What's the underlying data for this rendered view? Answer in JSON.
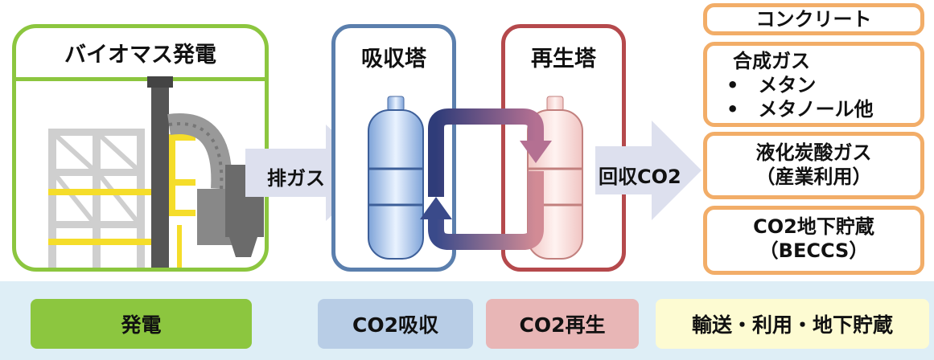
{
  "diagram": {
    "biomass_title": "バイオマス発電",
    "absorber_title": "吸収塔",
    "regenerator_title": "再生塔",
    "exhaust_label": "排ガス",
    "recovered_label": "回収CO2",
    "uses": [
      {
        "lines": [
          "コンクリート"
        ]
      },
      {
        "lines": [
          "合成ガス",
          "•　メタン",
          "•　メタノール他"
        ]
      },
      {
        "lines": [
          "液化炭酸ガス",
          "（産業利用）"
        ]
      },
      {
        "lines": [
          "CO2地下貯蔵",
          "（BECCS）"
        ]
      }
    ]
  },
  "legend": {
    "power": "発電",
    "absorption": "CO2吸収",
    "regeneration": "CO2再生",
    "transport": "輸送・利用・地下貯蔵"
  },
  "colors": {
    "green": "#8cc63f",
    "blue": "#5b7fad",
    "red": "#b5494c",
    "orange": "#f2ad68",
    "band": "#deeef6"
  }
}
